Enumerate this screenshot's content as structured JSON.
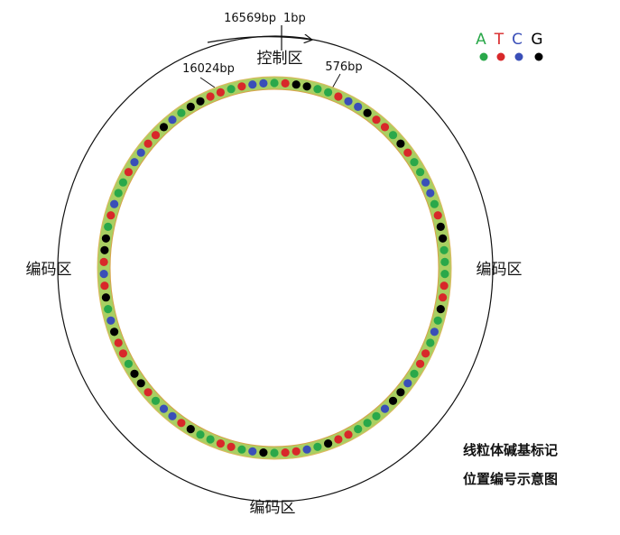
{
  "labels": {
    "origin_left": "16569bp",
    "origin_right": "1bp",
    "control_region": "控制区",
    "bp_16024": "16024bp",
    "bp_576": "576bp",
    "coding_left": "编码区",
    "coding_right": "编码区",
    "coding_bottom": "编码区",
    "caption_line1": "线粒体碱基标记",
    "caption_line2": "位置编号示意图"
  },
  "legend": [
    {
      "letter": "A",
      "color": "#2aa84a"
    },
    {
      "letter": "T",
      "color": "#d8282a"
    },
    {
      "letter": "C",
      "color": "#3a4fb8"
    },
    {
      "letter": "G",
      "color": "#000000"
    }
  ],
  "colors": {
    "A": "#2aa84a",
    "T": "#d8282a",
    "C": "#3a4fb8",
    "G": "#000000",
    "ring_band": "#a9cf62",
    "ring_edge": "#c0392b",
    "outer_line": "#111111"
  },
  "bead_sequence": "ATGGAATCCGTTAGTAACCATGGAAATTGACATTACGGCAAATTGACTTAGCATTAAGTCCATGGATTGCAGTCTGGATCAATCCTTGCAGGTTATCC"
}
